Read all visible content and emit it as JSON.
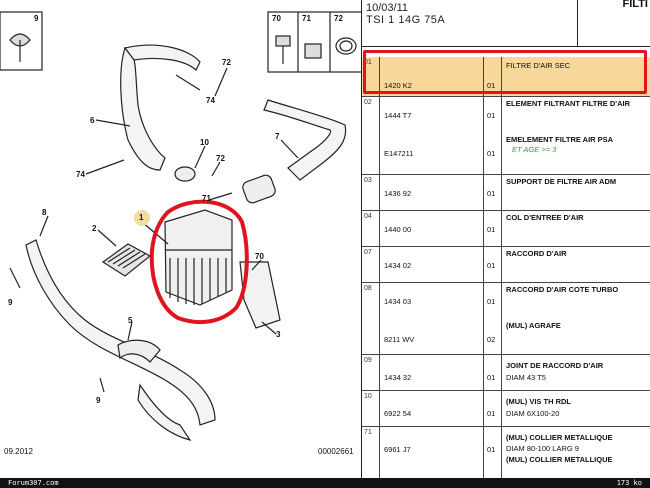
{
  "diagram": {
    "date": "09.2012",
    "ref_code": "00002661",
    "callouts": [
      "9",
      "70",
      "71",
      "72",
      "72",
      "74",
      "6",
      "10",
      "72",
      "7",
      "74",
      "71",
      "1",
      "2",
      "8",
      "70",
      "3",
      "9",
      "5",
      "9"
    ],
    "icon_panels": {
      "left_label": "9",
      "mid_labels": [
        "70",
        "71",
        "72"
      ]
    }
  },
  "parts_list": {
    "header": {
      "date": "10/03/11",
      "engine": "TSI 1 14G 75A",
      "section": "FILTI"
    },
    "rows": [
      {
        "idx": "01",
        "ref": "1420 K2",
        "qty": "01",
        "desc": [
          "FILTRE D'AIR SEC"
        ],
        "highlight": true
      },
      {
        "idx": "02",
        "ref": "1444 T7",
        "ref2": "E147211",
        "qty": "01",
        "qty2": "01",
        "desc": [
          "ELEMENT FILTRANT FILTRE D'AIR",
          "EMELEMENT FILTRE AIR PSA"
        ],
        "note": "ET AGE >= 3"
      },
      {
        "idx": "03",
        "ref": "1436 92",
        "qty": "01",
        "desc": [
          "SUPPORT DE FILTRE AIR ADM"
        ]
      },
      {
        "idx": "04",
        "ref": "1440 00",
        "qty": "01",
        "desc": [
          "COL D'ENTREE D'AIR"
        ]
      },
      {
        "idx": "07",
        "ref": "1434 02",
        "qty": "01",
        "desc": [
          "RACCORD D'AIR"
        ]
      },
      {
        "idx": "08",
        "ref": "1434 03",
        "ref2": "8211 WV",
        "qty": "01",
        "qty2": "02",
        "desc": [
          "RACCORD D'AIR COTE TURBO",
          "(MUL) AGRAFE"
        ]
      },
      {
        "idx": "09",
        "ref": "1434 32",
        "qty": "01",
        "desc": [
          "JOINT DE RACCORD D'AIR",
          "DIAM 43 T5"
        ]
      },
      {
        "idx": "10",
        "ref": "6922 54",
        "qty": "01",
        "desc": [
          "(MUL) VIS TH RDL",
          "DIAM 6X100-20"
        ]
      },
      {
        "idx": "71",
        "ref": "6961 J7",
        "qty": "01",
        "desc": [
          "(MUL) COLLIER METALLIQUE",
          "DIAM 80-100 LARG 9",
          "(MUL) COLLIER METALLIQUE"
        ]
      }
    ]
  },
  "footer": {
    "site": "Forum307.com",
    "size": "173 ko"
  },
  "colors": {
    "annotation_red": "#e0141e",
    "highlight_orange": "#f7d79a",
    "note_green": "#3a9a3a"
  }
}
